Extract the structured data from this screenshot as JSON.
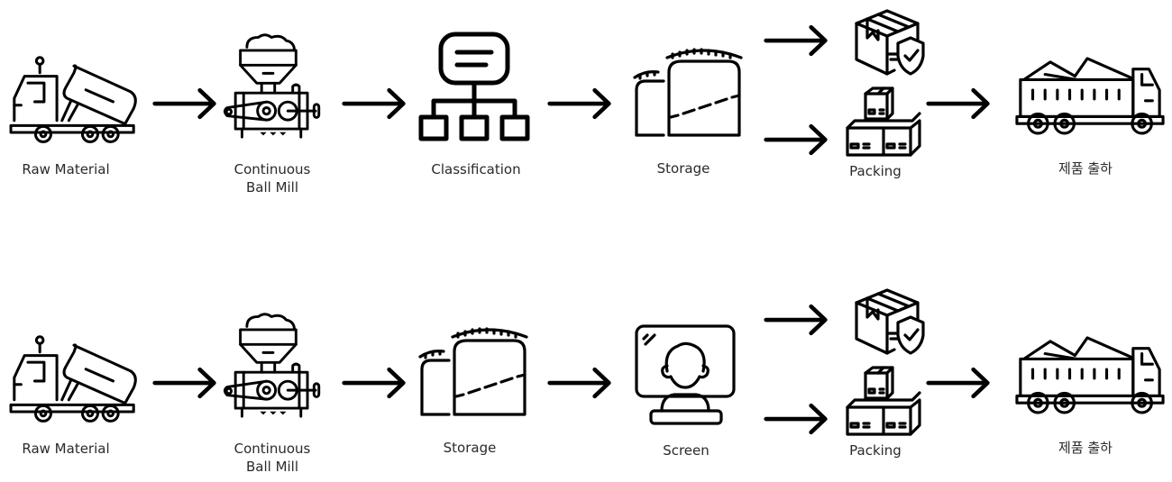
{
  "diagram": {
    "type": "process-flow",
    "rows": [
      {
        "id": "row-1",
        "steps": [
          {
            "id": "raw-material",
            "label": "Raw Material",
            "icon": "dump-truck-icon"
          },
          {
            "id": "ball-mill",
            "label": "Continuous\nBall Mill",
            "icon": "ball-mill-icon"
          },
          {
            "id": "classification",
            "label": "Classification",
            "icon": "hierarchy-icon"
          },
          {
            "id": "storage",
            "label": "Storage",
            "icon": "storage-tank-icon"
          },
          {
            "id": "packing",
            "label": "Packing",
            "icon": [
              "secure-package-icon",
              "stacked-boxes-icon"
            ]
          },
          {
            "id": "shipment",
            "label": "제품 출하",
            "icon": "cargo-truck-icon"
          }
        ],
        "edges": [
          [
            "raw-material",
            "ball-mill"
          ],
          [
            "ball-mill",
            "classification"
          ],
          [
            "classification",
            "storage"
          ],
          [
            "storage",
            "packing"
          ],
          [
            "storage",
            "packing"
          ],
          [
            "packing",
            "shipment"
          ]
        ]
      },
      {
        "id": "row-2",
        "steps": [
          {
            "id": "raw-material",
            "label": "Raw Material",
            "icon": "dump-truck-icon"
          },
          {
            "id": "ball-mill",
            "label": "Continuous\nBall Mill",
            "icon": "ball-mill-icon"
          },
          {
            "id": "storage",
            "label": "Storage",
            "icon": "storage-tank-icon"
          },
          {
            "id": "screen",
            "label": "Screen",
            "icon": "monitor-operator-icon"
          },
          {
            "id": "packing",
            "label": "Packing",
            "icon": [
              "secure-package-icon",
              "stacked-boxes-icon"
            ]
          },
          {
            "id": "shipment",
            "label": "제품 출하",
            "icon": "cargo-truck-icon"
          }
        ],
        "edges": [
          [
            "raw-material",
            "ball-mill"
          ],
          [
            "ball-mill",
            "storage"
          ],
          [
            "storage",
            "screen"
          ],
          [
            "screen",
            "packing"
          ],
          [
            "screen",
            "packing"
          ],
          [
            "packing",
            "shipment"
          ]
        ]
      }
    ]
  }
}
